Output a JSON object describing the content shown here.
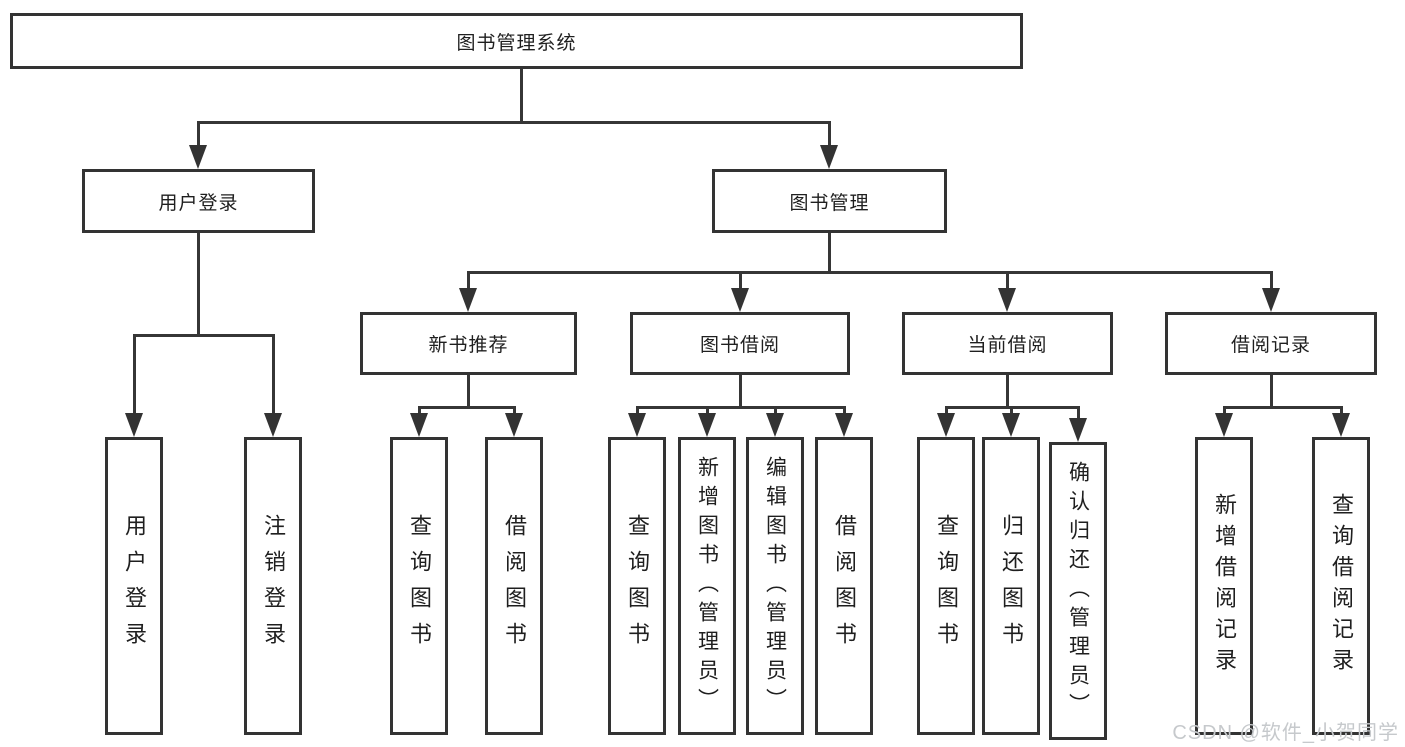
{
  "diagram_type": "function-structure-tree",
  "tree": {
    "label": "图书管理系统",
    "children": [
      {
        "label": "用户登录",
        "children": [
          {
            "label": "用户登录"
          },
          {
            "label": "注销登录"
          }
        ]
      },
      {
        "label": "图书管理",
        "children": [
          {
            "label": "新书推荐",
            "children": [
              {
                "label": "查询图书"
              },
              {
                "label": "借阅图书"
              }
            ]
          },
          {
            "label": "图书借阅",
            "children": [
              {
                "label": "查询图书"
              },
              {
                "label": "新增图书（管理员）"
              },
              {
                "label": "编辑图书（管理员）"
              },
              {
                "label": "借阅图书"
              }
            ]
          },
          {
            "label": "当前借阅",
            "children": [
              {
                "label": "查询图书"
              },
              {
                "label": "归还图书"
              },
              {
                "label": "确认归还（管理员）"
              }
            ]
          },
          {
            "label": "借阅记录",
            "children": [
              {
                "label": "新增借阅记录"
              },
              {
                "label": "查询借阅记录"
              }
            ]
          }
        ]
      }
    ]
  },
  "watermark": {
    "text": "CSDN @软件_小贺同学"
  },
  "colors": {
    "line": "#333333",
    "text": "#1f1f1f",
    "background": "#ffffff",
    "watermark": "#c6c9cc"
  }
}
